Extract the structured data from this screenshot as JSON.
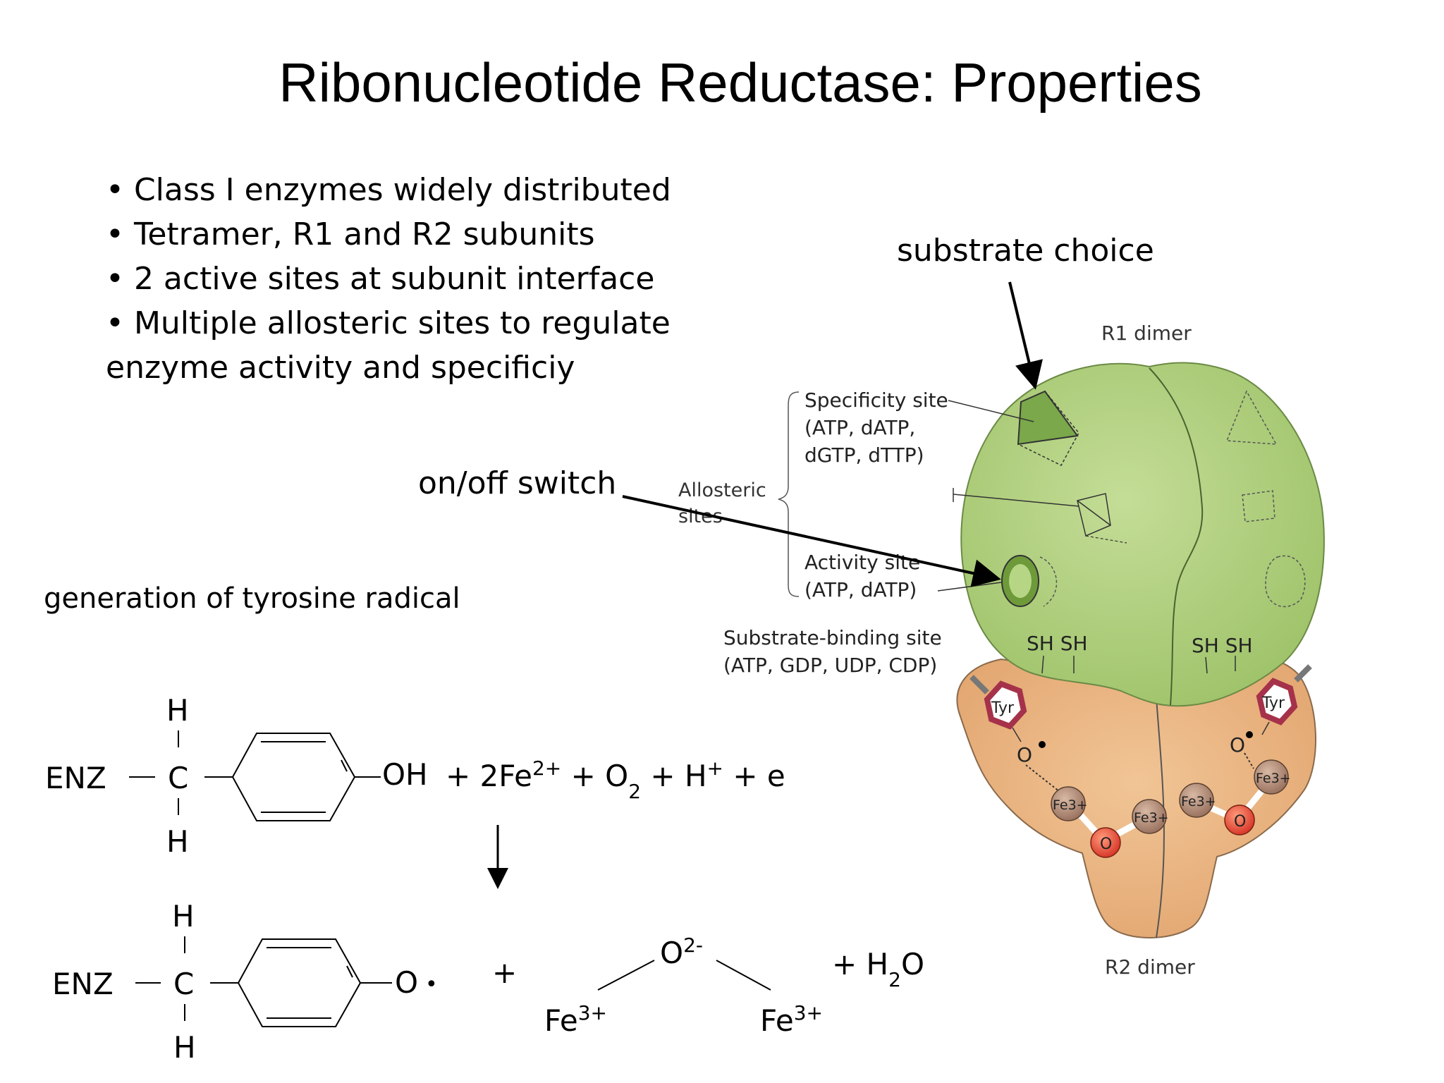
{
  "title": "Ribonucleotide Reductase: Properties",
  "bullets": [
    "• Class I enzymes widely distributed",
    "• Tetramer, R1 and R2 subunits",
    "• 2 active sites at subunit interface",
    "• Multiple allosteric sites to regulate",
    "enzyme activity and specificiy"
  ],
  "callouts": {
    "substrate_choice": "substrate choice",
    "on_off_switch": "on/off switch"
  },
  "reaction": {
    "heading": "generation of tyrosine radical",
    "enz": "ENZ",
    "h": "H",
    "c": "C",
    "oh": "OH",
    "reactants_1": "+ 2Fe",
    "fe2_charge": "2+",
    "reactants_2": "+ O",
    "o2_sub": "2",
    "reactants_3": "+ H",
    "h_charge": "+",
    "reactants_4": "+ e",
    "o_radical": "O",
    "dot": "•",
    "plus": "+",
    "oxide": "O",
    "oxide_charge": "2-",
    "fe": "Fe",
    "fe3_charge": "3+",
    "water_1": "+ H",
    "water_sub": "2",
    "water_2": "O"
  },
  "enzyme_figure": {
    "r1_label": "R1 dimer",
    "r2_label": "R2 dimer",
    "specificity_site": [
      "Specificity site",
      "(ATP, dATP,",
      "dGTP, dTTP)"
    ],
    "allosteric_sites": [
      "Allosteric",
      "sites"
    ],
    "activity_site": [
      "Activity site",
      "(ATP, dATP)"
    ],
    "substrate_binding_site": [
      "Substrate-binding site",
      "(ATP, GDP, UDP, CDP)"
    ],
    "sh": "SH SH",
    "tyr": "Tyr",
    "o": "O",
    "fe3": "Fe3+"
  },
  "colors": {
    "r1_green": "#a9cb73",
    "r2_orange": "#e9b27e",
    "tyr_ring": "#a5324a",
    "oxygen_red": "#e0452f",
    "iron_brown": "#a8826d"
  }
}
